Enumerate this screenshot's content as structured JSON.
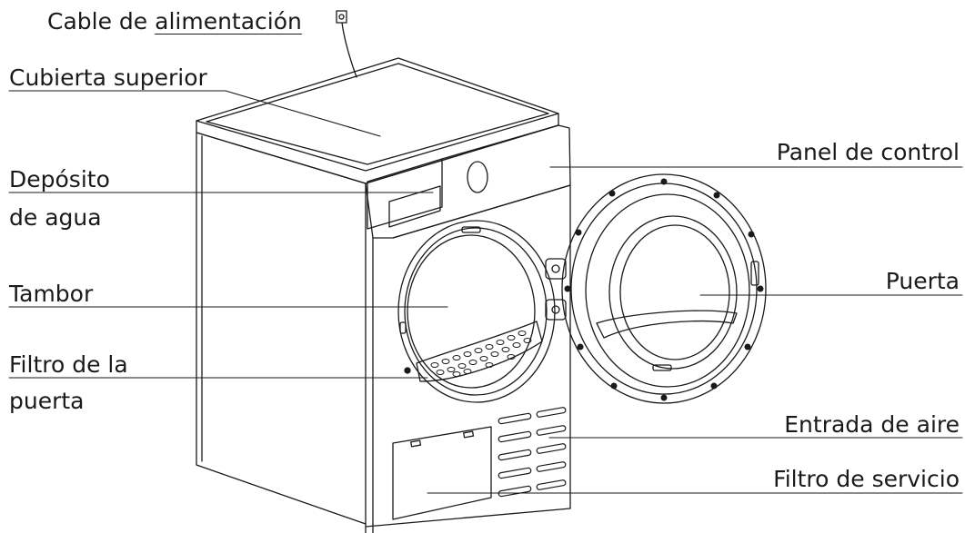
{
  "labels": {
    "cable_prefix": "Cable de",
    "cable_underlined": "alimentación",
    "top_cover": "Cubierta superior",
    "water_tank_line1": "Depósito",
    "water_tank_line2": "de agua",
    "drum": "Tambor",
    "door_filter_line1": "Filtro de la",
    "door_filter_line2": "puerta",
    "control_panel": "Panel de control",
    "door": "Puerta",
    "air_inlet": "Entrada de aire",
    "service_filter": "Filtro de servicio"
  },
  "colors": {
    "line": "#1a1a1a",
    "background": "#ffffff"
  }
}
